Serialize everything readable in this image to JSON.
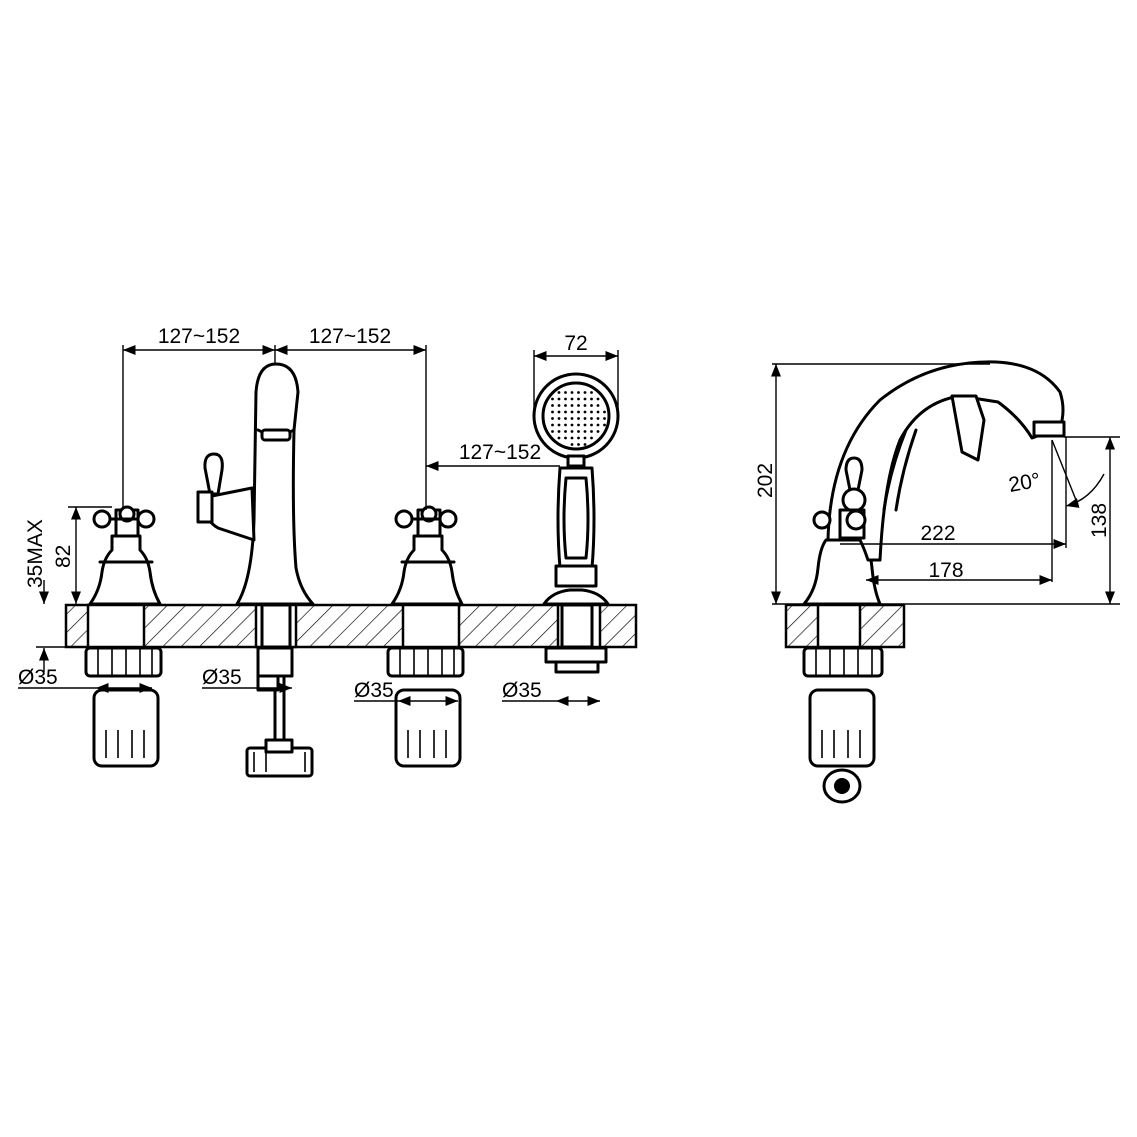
{
  "drawing": {
    "dimensions": {
      "spacing_left": "127~152",
      "spacing_right": "127~152",
      "handshower_spacing": "127~152",
      "handshower_width": "72",
      "deck_max": "35MAX",
      "handle_height": "82",
      "hole_1": "Ø35",
      "hole_2": "Ø35",
      "hole_3": "Ø35",
      "hole_4": "Ø35",
      "side_height": "202",
      "spout_height": "138",
      "spout_reach": "222",
      "spout_reach_inner": "178",
      "spout_angle": "20°"
    }
  }
}
